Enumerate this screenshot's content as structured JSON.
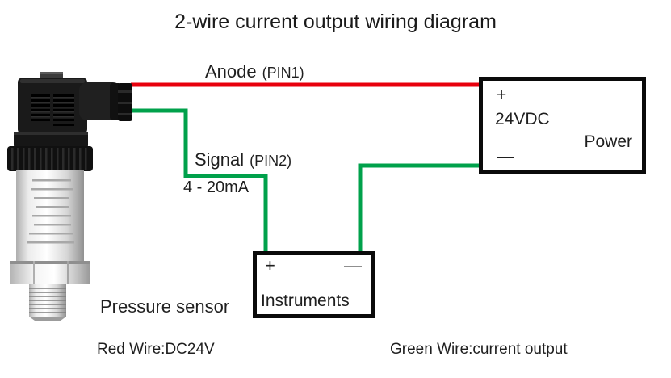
{
  "title": "2-wire current output wiring diagram",
  "colors": {
    "red_wire": "#e8000d",
    "green_wire": "#00a14b",
    "box_border": "#0a0a0a"
  },
  "sensor": {
    "label": "Pressure sensor"
  },
  "wires": {
    "red": {
      "name": "Anode",
      "pin": "(PIN1)",
      "note": "Red Wire:DC24V"
    },
    "green": {
      "name": "Signal",
      "pin": "(PIN2)",
      "range": "4 - 20mA",
      "note": "Green Wire:current output"
    }
  },
  "power_box": {
    "plus": "+",
    "voltage": "24VDC",
    "label": "Power",
    "minus": "—"
  },
  "instruments_box": {
    "plus": "+",
    "minus": "—",
    "label": "Instruments"
  }
}
